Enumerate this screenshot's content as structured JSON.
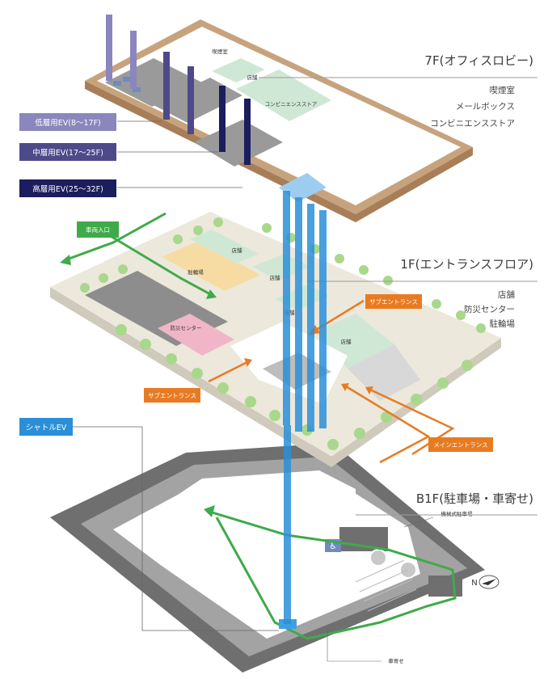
{
  "floors": {
    "f7": {
      "title": "7F(オフィスロビー)",
      "items": [
        "喫煙室",
        "メールボックス",
        "コンビニエンスストア"
      ],
      "map_labels": {
        "smoking": "喫煙室",
        "shop": "店舗",
        "conv": "コンビニエンスストア"
      }
    },
    "f1": {
      "title": "1F(エントランスフロア)",
      "items": [
        "店舗",
        "防災センター",
        "駐輪場"
      ],
      "map_labels": {
        "shop1": "店舗",
        "bike": "駐輪場",
        "shop2": "店舗",
        "shop3": "店舗",
        "disaster": "防災センター",
        "shop4": "店舗"
      }
    },
    "b1": {
      "title": "B1F(駐車場・車寄せ)",
      "map_labels": {
        "mech_parking": "機械式駐車場",
        "drop_off": "車寄せ"
      }
    }
  },
  "elevators": {
    "low": "低層用EV(8〜17F)",
    "mid": "中層用EV(17〜25F)",
    "high": "高層用EV(25〜32F)",
    "shuttle": "シャトルEV"
  },
  "arrows": {
    "vehicle_entrance": "車両入口",
    "sub_entrance_right": "サブエントランス",
    "sub_entrance_left": "サブエントランス",
    "main_entrance": "メインエントランス"
  },
  "compass": {
    "north": "N"
  },
  "colors": {
    "low_ev": "#8b86bd",
    "mid_ev": "#4e4a8a",
    "high_ev": "#1c1d5c",
    "shuttle_ev": "#2a8fd8",
    "entrance_orange": "#e87b22",
    "route_green": "#3faa4a",
    "wood_border": "#c7a37d",
    "shop_green": "#cfe8d5",
    "disaster_pink": "#f0b6c8",
    "bike_yellow": "#f6dca3",
    "ground_beige": "#ece8dc",
    "tree_green": "#a9d88c"
  }
}
